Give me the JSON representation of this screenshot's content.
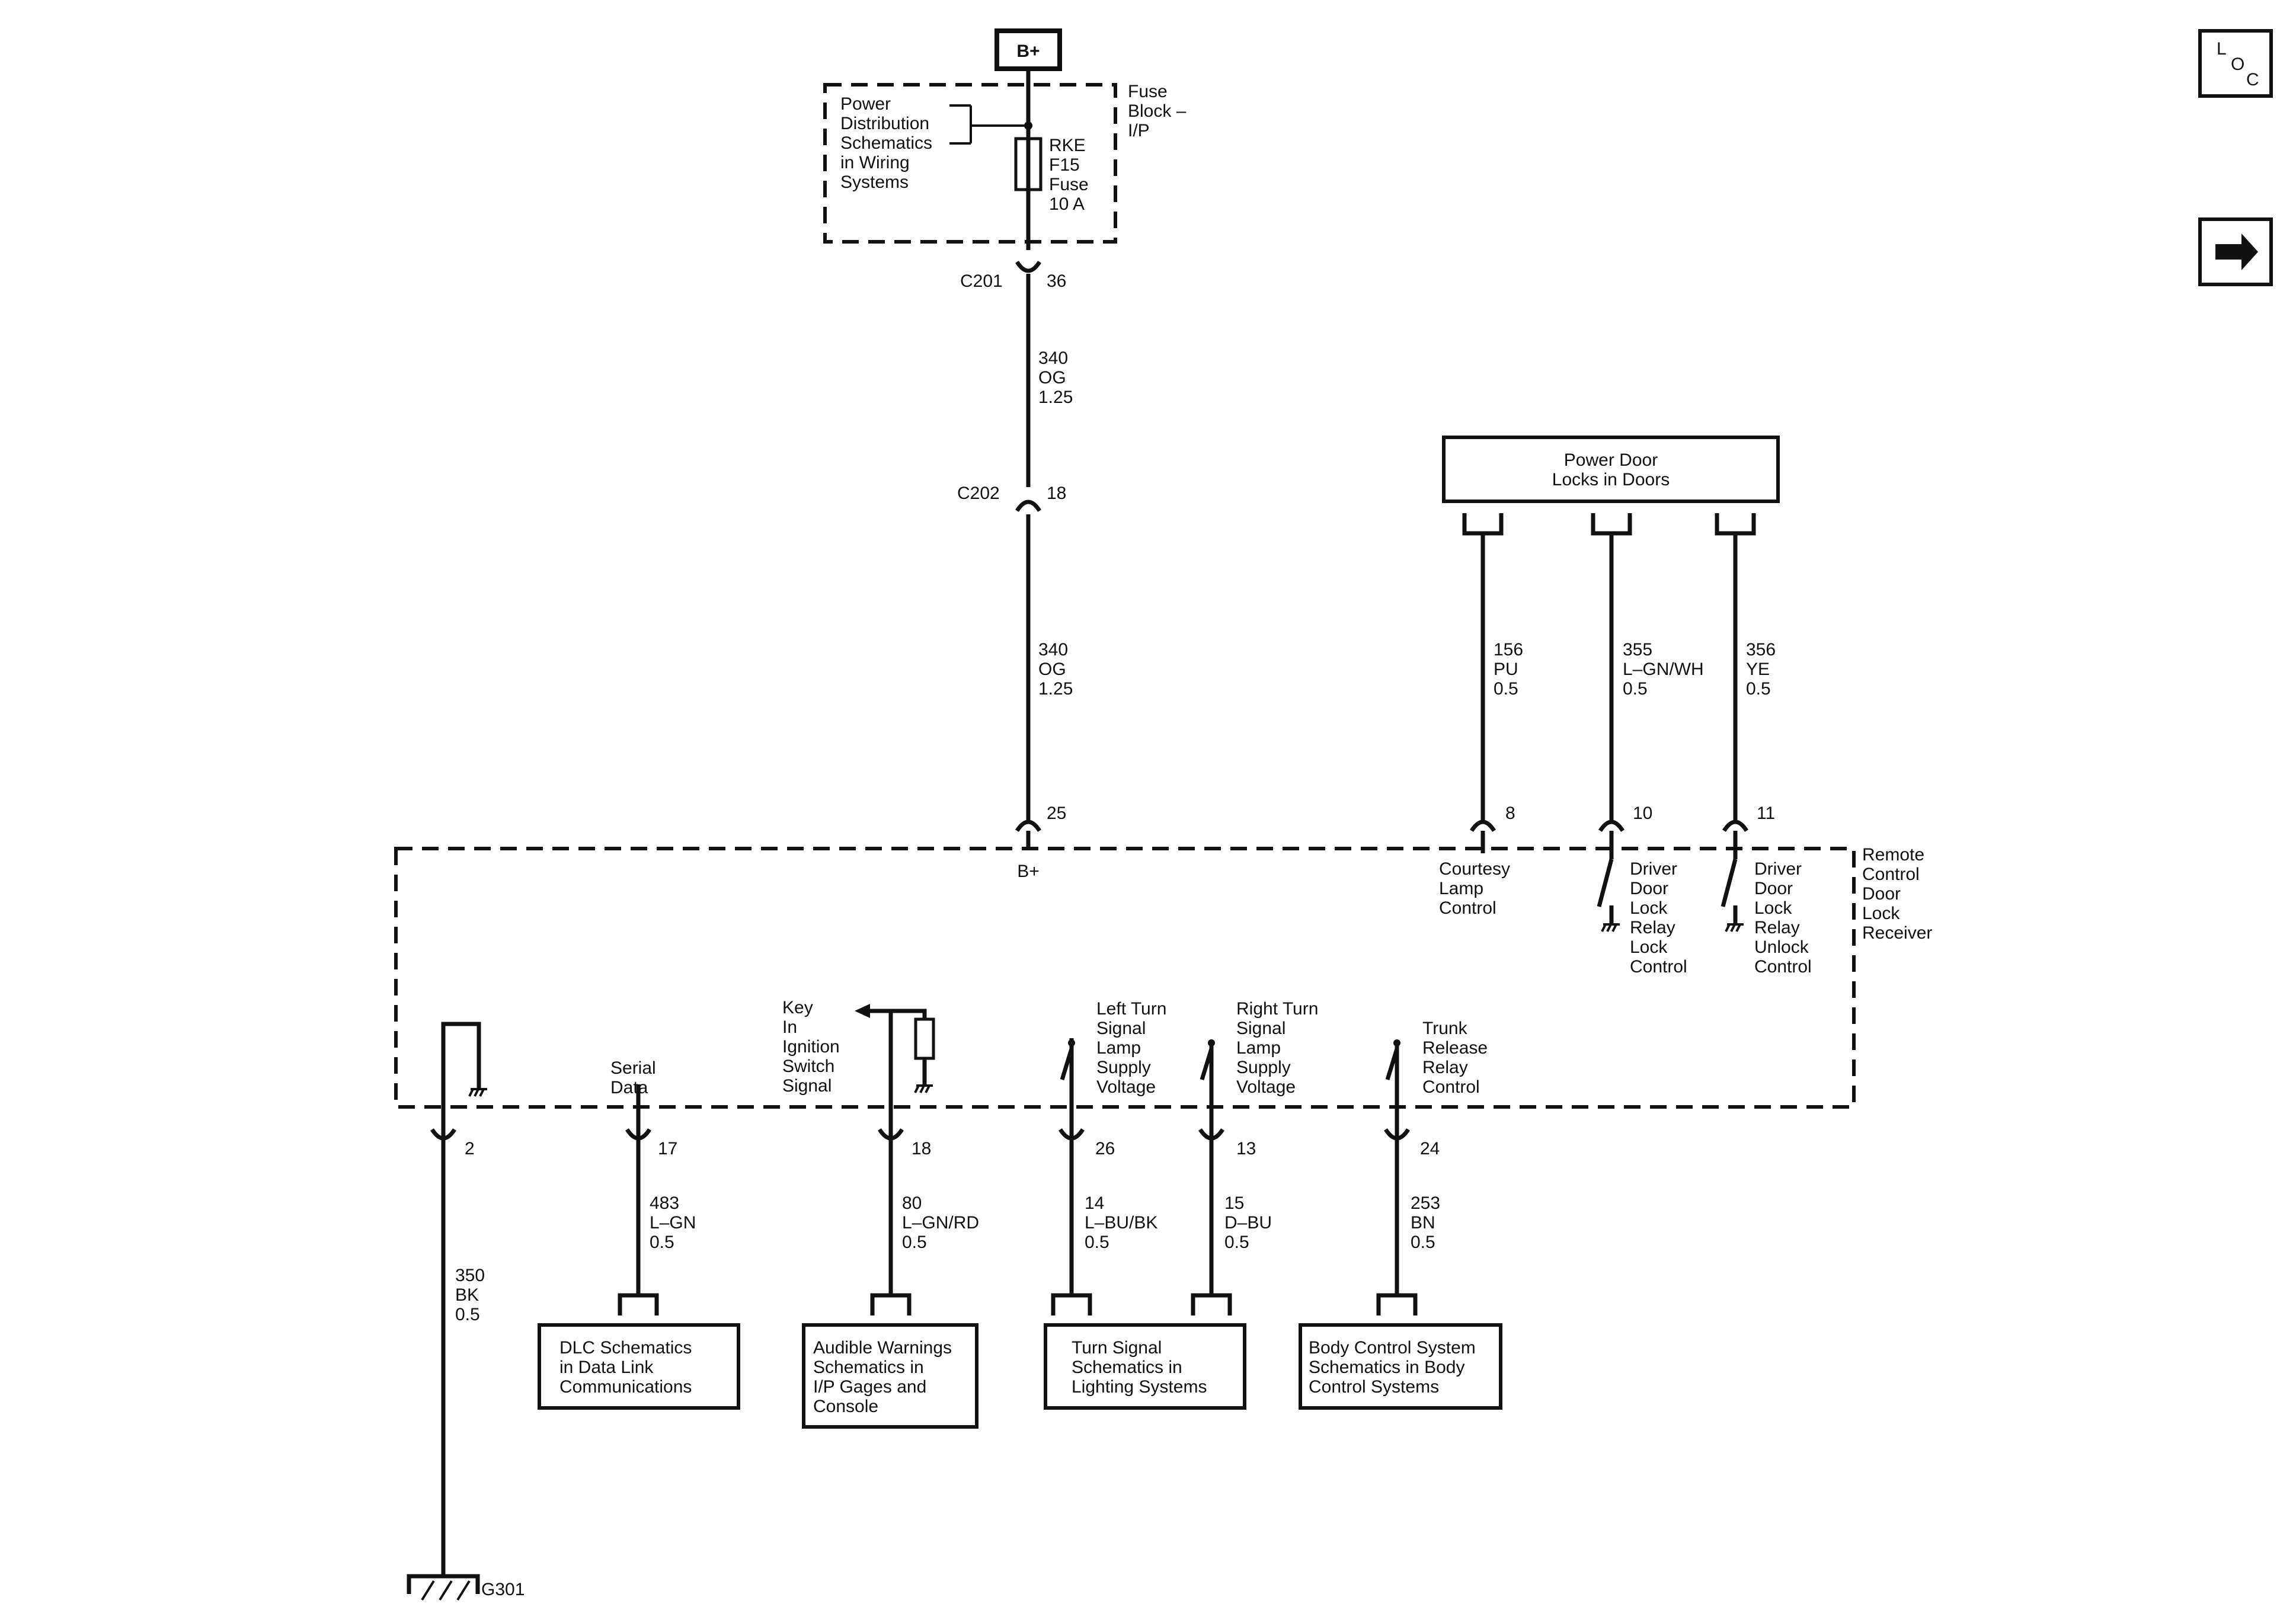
{
  "power": {
    "bplus": "B+",
    "distribution_ref": [
      "Power",
      "Distribution",
      "Schematics",
      "in Wiring",
      "Systems"
    ],
    "fuse_block": [
      "Fuse",
      "Block –",
      "I/P"
    ],
    "fuse": [
      "RKE",
      "F15",
      "Fuse",
      "10 A"
    ]
  },
  "connectors": {
    "c201": {
      "name": "C201",
      "pin": "36"
    },
    "c202": {
      "name": "C202",
      "pin": "18"
    }
  },
  "wires": {
    "w340_a": [
      "340",
      "OG",
      "1.25"
    ],
    "w340_b": [
      "340",
      "OG",
      "1.25"
    ],
    "w156": [
      "156",
      "PU",
      "0.5"
    ],
    "w355": [
      "355",
      "L–GN/WH",
      "0.5"
    ],
    "w356": [
      "356",
      "YE",
      "0.5"
    ],
    "w350": [
      "350",
      "BK",
      "0.5"
    ],
    "w483": [
      "483",
      "L–GN",
      "0.5"
    ],
    "w80": [
      "80",
      "L–GN/RD",
      "0.5"
    ],
    "w14": [
      "14",
      "L–BU/BK",
      "0.5"
    ],
    "w15": [
      "15",
      "D–BU",
      "0.5"
    ],
    "w253": [
      "253",
      "BN",
      "0.5"
    ]
  },
  "door_locks": {
    "label": [
      "Power Door",
      "Locks in Doors"
    ]
  },
  "receiver": {
    "name": [
      "Remote",
      "Control",
      "Door",
      "Lock",
      "Receiver"
    ],
    "bplus_pin": "25",
    "bplus_label": "B+",
    "pins_top": {
      "courtesy": "8",
      "lock": "10",
      "unlock": "11"
    },
    "courtesy_label": [
      "Courtesy",
      "Lamp",
      "Control"
    ],
    "lock_label": [
      "Driver",
      "Door",
      "Lock",
      "Relay",
      "Lock",
      "Control"
    ],
    "unlock_label": [
      "Driver",
      "Door",
      "Lock",
      "Relay",
      "Unlock",
      "Control"
    ],
    "pins_bottom": {
      "ground": "2",
      "serial": "17",
      "key": "18",
      "left": "26",
      "right": "13",
      "trunk": "24"
    },
    "serial_label": [
      "Serial",
      "Data"
    ],
    "key_label": [
      "Key",
      "In",
      "Ignition",
      "Switch",
      "Signal"
    ],
    "left_label": [
      "Left Turn",
      "Signal",
      "Lamp",
      "Supply",
      "Voltage"
    ],
    "right_label": [
      "Right Turn",
      "Signal",
      "Lamp",
      "Supply",
      "Voltage"
    ],
    "trunk_label": [
      "Trunk",
      "Release",
      "Relay",
      "Control"
    ]
  },
  "targets": {
    "dlc": [
      "DLC Schematics",
      "in Data Link",
      "Communications"
    ],
    "audible": [
      "Audible Warnings",
      "Schematics in",
      "I/P Gages and",
      "Console"
    ],
    "turn": [
      "Turn Signal",
      "Schematics in",
      "Lighting Systems"
    ],
    "bcs": [
      "Body Control System",
      "Schematics in Body",
      "Control Systems"
    ]
  },
  "ground": {
    "name": "G301"
  },
  "nav": {
    "loc_icon": "loc-icon",
    "arrow_icon": "next-arrow-icon",
    "loc": [
      "L",
      "O",
      "C"
    ]
  }
}
